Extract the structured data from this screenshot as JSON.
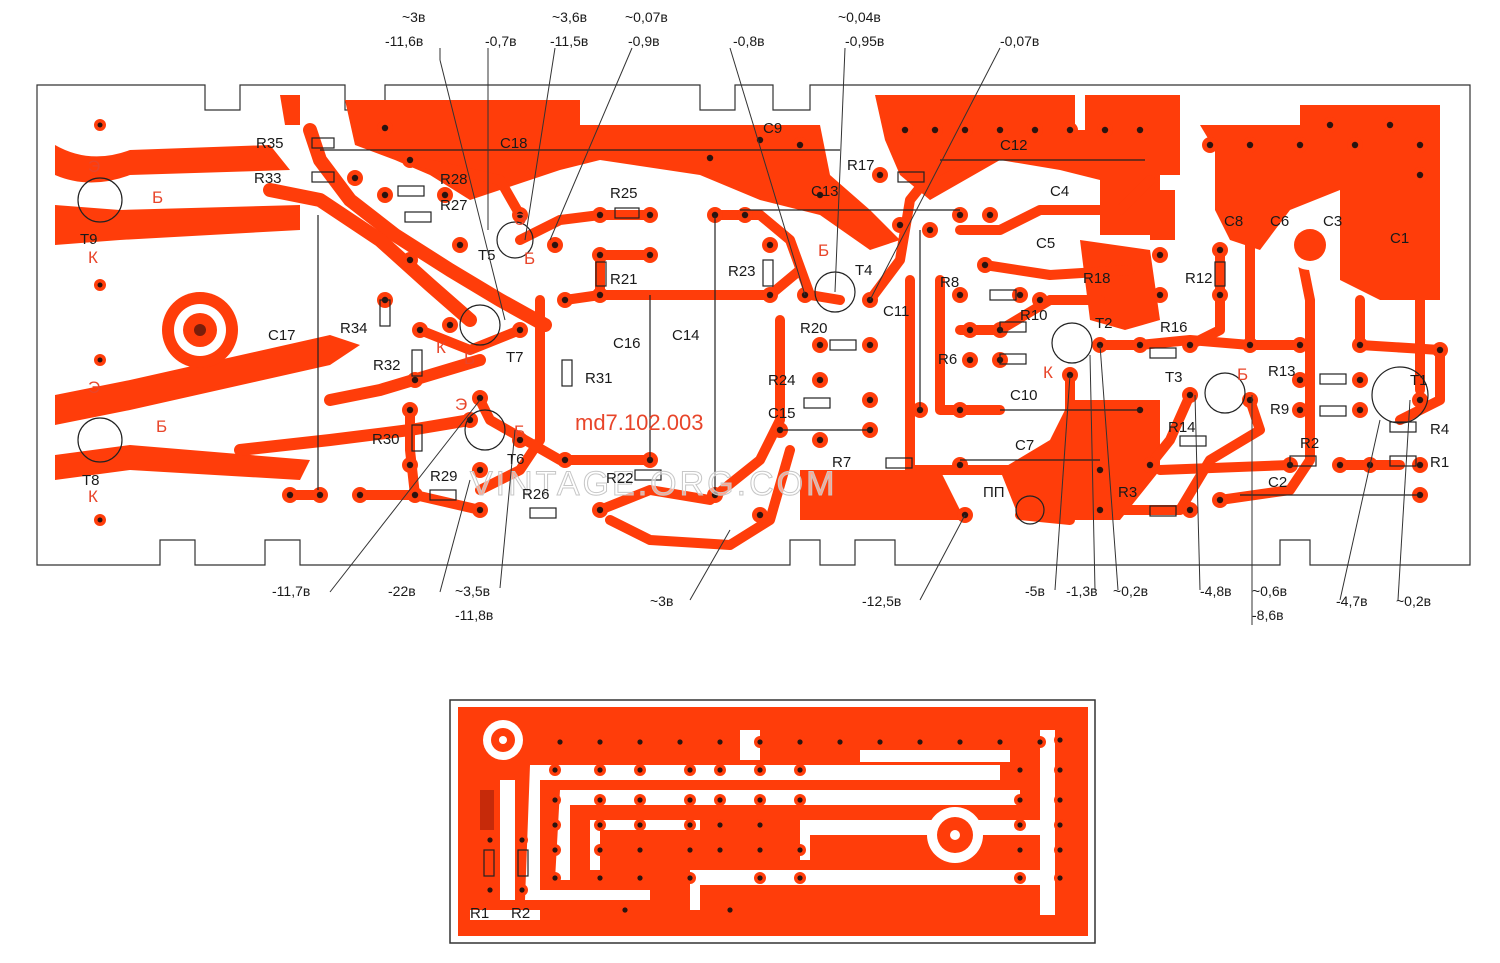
{
  "main_board": {
    "marking": "md7.102.003",
    "watermark": "VINTAGE.ORG.COM",
    "components": [
      {
        "id": "R35",
        "text": "R35"
      },
      {
        "id": "R33",
        "text": "R33"
      },
      {
        "id": "R28",
        "text": "R28"
      },
      {
        "id": "R27",
        "text": "R27"
      },
      {
        "id": "C18",
        "text": "C18"
      },
      {
        "id": "R25",
        "text": "R25"
      },
      {
        "id": "R21",
        "text": "R21"
      },
      {
        "id": "C9",
        "text": "C9"
      },
      {
        "id": "R17",
        "text": "R17"
      },
      {
        "id": "C13",
        "text": "C13"
      },
      {
        "id": "C12",
        "text": "C12"
      },
      {
        "id": "C4",
        "text": "C4"
      },
      {
        "id": "C5",
        "text": "C5"
      },
      {
        "id": "C8",
        "text": "C8"
      },
      {
        "id": "C6",
        "text": "C6"
      },
      {
        "id": "C3",
        "text": "C3"
      },
      {
        "id": "C1",
        "text": "C1"
      },
      {
        "id": "R23",
        "text": "R23"
      },
      {
        "id": "T4",
        "text": "T4"
      },
      {
        "id": "R20",
        "text": "R20"
      },
      {
        "id": "C11",
        "text": "C11"
      },
      {
        "id": "R8",
        "text": "R8"
      },
      {
        "id": "R18",
        "text": "R18"
      },
      {
        "id": "R12",
        "text": "R12"
      },
      {
        "id": "R10",
        "text": "R10"
      },
      {
        "id": "T2",
        "text": "T2"
      },
      {
        "id": "R16",
        "text": "R16"
      },
      {
        "id": "R6",
        "text": "R6"
      },
      {
        "id": "T3",
        "text": "T3"
      },
      {
        "id": "R13",
        "text": "R13"
      },
      {
        "id": "T1",
        "text": "T1"
      },
      {
        "id": "R9",
        "text": "R9"
      },
      {
        "id": "C10",
        "text": "C10"
      },
      {
        "id": "R14",
        "text": "R14"
      },
      {
        "id": "R4",
        "text": "R4"
      },
      {
        "id": "R2",
        "text": "R2"
      },
      {
        "id": "R1",
        "text": "R1"
      },
      {
        "id": "C7",
        "text": "C7"
      },
      {
        "id": "R7",
        "text": "R7"
      },
      {
        "id": "R3",
        "text": "R3"
      },
      {
        "id": "C2",
        "text": "C2"
      },
      {
        "id": "D1",
        "text": "ПП"
      },
      {
        "id": "C16",
        "text": "C16"
      },
      {
        "id": "C14",
        "text": "C14"
      },
      {
        "id": "R31",
        "text": "R31"
      },
      {
        "id": "R24",
        "text": "R24"
      },
      {
        "id": "C15",
        "text": "C15"
      },
      {
        "id": "R22",
        "text": "R22"
      },
      {
        "id": "R26",
        "text": "R26"
      },
      {
        "id": "R29",
        "text": "R29"
      },
      {
        "id": "R30",
        "text": "R30"
      },
      {
        "id": "T6",
        "text": "T6"
      },
      {
        "id": "T7",
        "text": "T7"
      },
      {
        "id": "T5",
        "text": "T5"
      },
      {
        "id": "R32",
        "text": "R32"
      },
      {
        "id": "R34",
        "text": "R34"
      },
      {
        "id": "C17",
        "text": "C17"
      },
      {
        "id": "T9",
        "text": "T9"
      },
      {
        "id": "T8",
        "text": "T8"
      }
    ],
    "pin_letters": {
      "e": "Э",
      "b": "Б",
      "k": "К"
    }
  },
  "voltages_top": [
    {
      "id": "v1a",
      "text": "~3в"
    },
    {
      "id": "v1b",
      "text": "-11,6в"
    },
    {
      "id": "v2",
      "text": "-0,7в"
    },
    {
      "id": "v3a",
      "text": "~3,6в"
    },
    {
      "id": "v3b",
      "text": "-11,5в"
    },
    {
      "id": "v4a",
      "text": "~0,07в"
    },
    {
      "id": "v4b",
      "text": "-0,9в"
    },
    {
      "id": "v5",
      "text": "-0,8в"
    },
    {
      "id": "v6a",
      "text": "~0,04в"
    },
    {
      "id": "v6b",
      "text": "-0,95в"
    },
    {
      "id": "v7",
      "text": "-0,07в"
    }
  ],
  "voltages_bottom": [
    {
      "id": "b1",
      "text": "-11,7в"
    },
    {
      "id": "b2",
      "text": "-22в"
    },
    {
      "id": "b3a",
      "text": "~3,5в"
    },
    {
      "id": "b3b",
      "text": "-11,8в"
    },
    {
      "id": "b4",
      "text": "~3в"
    },
    {
      "id": "b5",
      "text": "-12,5в"
    },
    {
      "id": "b6",
      "text": "-5в"
    },
    {
      "id": "b7",
      "text": "-1,3в"
    },
    {
      "id": "b8",
      "text": "~0,2в"
    },
    {
      "id": "b9",
      "text": "-4,8в"
    },
    {
      "id": "b10a",
      "text": "~0,6в"
    },
    {
      "id": "b10b",
      "text": "-8,6в"
    },
    {
      "id": "b11",
      "text": "-4,7в"
    },
    {
      "id": "b12",
      "text": "~0,2в"
    }
  ],
  "small_board": {
    "components": [
      {
        "id": "R1",
        "text": "R1"
      },
      {
        "id": "R2",
        "text": "R2"
      }
    ]
  },
  "colors": {
    "copper": "#ff3d0a",
    "board_outline": "#333333",
    "label": "#1a1a1a"
  }
}
